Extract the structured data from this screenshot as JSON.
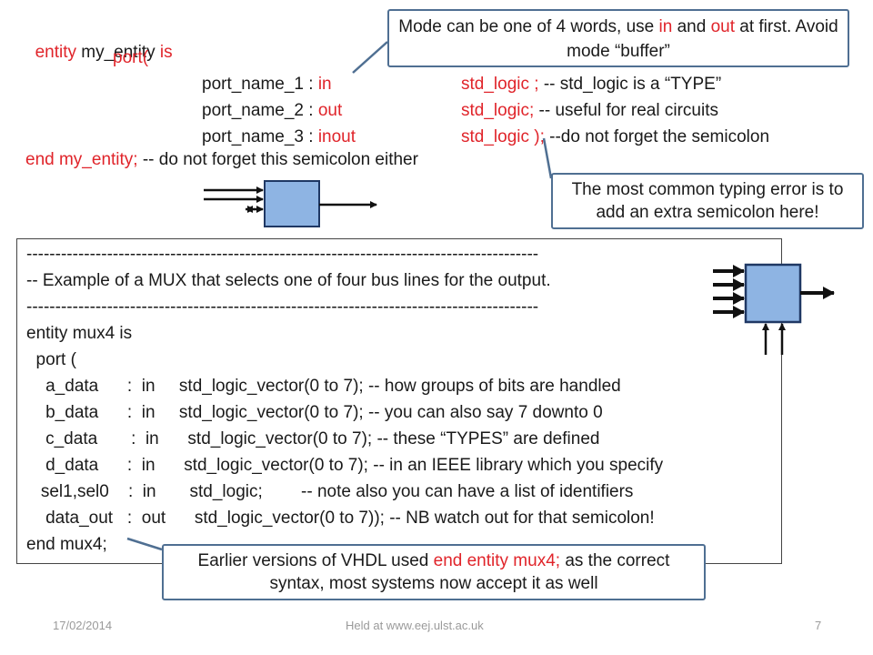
{
  "entity_block": {
    "line1_kw": "entity",
    "line1_name": " my_entity ",
    "line1_is": "is",
    "port_open": "port(",
    "ports": [
      {
        "name": "port_name_1 : ",
        "mode": "in",
        "type": "std_logic ; ",
        "comment": "-- std_logic is a “TYPE”"
      },
      {
        "name": "port_name_2 : ",
        "mode": "out",
        "type": "std_logic; ",
        "comment": "-- useful for real circuits"
      },
      {
        "name": "port_name_3 : ",
        "mode": "inout",
        "type": "std_logic ); ",
        "comment": "--do not forget the semicolon"
      }
    ],
    "end_kw": "end",
    "end_name": " my_entity;",
    "end_comment": " -- do not forget this semicolon either"
  },
  "callouts": {
    "mode": {
      "part1": "Mode can be one of 4 words, use ",
      "in": "in",
      "part2": " and ",
      "out": "out",
      "part3": " at first. Avoid mode “buffer”"
    },
    "semicolon": "The most common typing error is to add an extra semicolon here!",
    "end_entity": {
      "part1": "Earlier versions of VHDL used ",
      "red": "end entity mux4;",
      "part2": " as the correct syntax, most systems now accept it as well"
    }
  },
  "code": {
    "lines": [
      "-----------------------------------------------------------------------------------------",
      "-- Example of a MUX that selects one of four bus lines for the output.",
      "-----------------------------------------------------------------------------------------",
      "entity mux4 is",
      "  port (",
      "    a_data      :  in     std_logic_vector(0 to 7); -- how groups of bits are handled",
      "    b_data      :  in     std_logic_vector(0 to 7); -- you can also say 7 downto 0",
      "    c_data       :  in      std_logic_vector(0 to 7); -- these “TYPES” are defined",
      "    d_data      :  in      std_logic_vector(0 to 7); -- in an IEEE library which you specify",
      "   sel1,sel0    :  in       std_logic;        -- note also you can have a list of identifiers",
      "    data_out   :  out      std_logic_vector(0 to 7)); -- NB watch out for that semicolon!",
      "end mux4;"
    ]
  },
  "colors": {
    "keyword": "#e0242a",
    "block_fill": "#8eb4e3",
    "block_stroke": "#1f3864",
    "callout_border": "#4f6f92"
  },
  "footer": {
    "date": "17/02/2014",
    "center": "Held at www.eej.ulst.ac.uk",
    "page": "7"
  }
}
